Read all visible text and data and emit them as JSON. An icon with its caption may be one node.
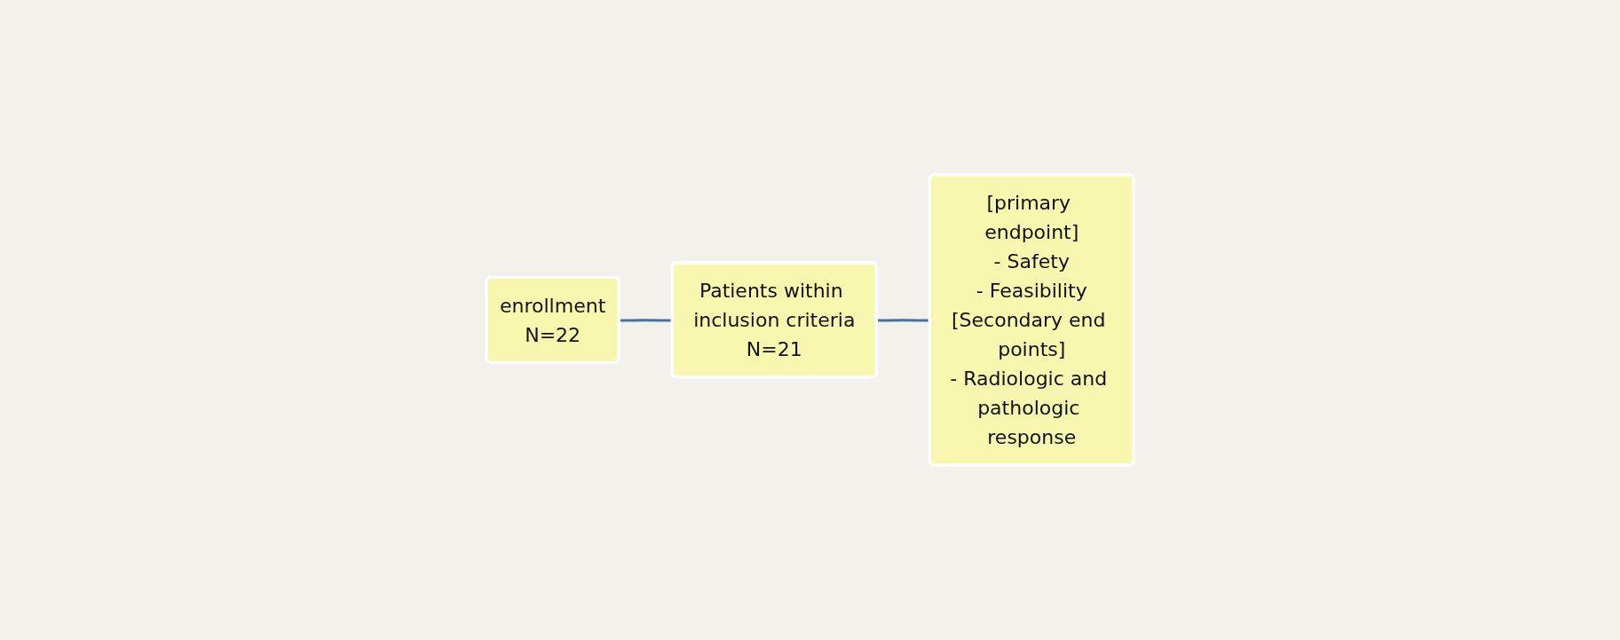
{
  "diagram": {
    "nodes": [
      {
        "text": [
          "enrollment",
          "N=22"
        ]
      },
      {
        "text": [
          "Patients within inclusion criteria",
          "N=21"
        ]
      },
      {
        "text": [
          "[primary endpoint]",
          "- Safety",
          "- Feasibility",
          "[Secondary end points]",
          "- Radiologic and pathologic response"
        ]
      }
    ],
    "edges": [
      {
        "from": 0,
        "to": 1,
        "arrow": "none"
      },
      {
        "from": 1,
        "to": 2,
        "arrow": "none"
      }
    ]
  }
}
